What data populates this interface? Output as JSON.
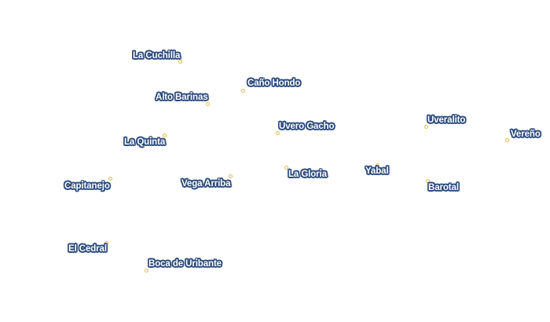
{
  "map": {
    "places": [
      {
        "id": "la-cuchilla",
        "name": "La Cuchilla"
      },
      {
        "id": "cano-hondo",
        "name": "Caño Hondo"
      },
      {
        "id": "alto-barinas",
        "name": "Alto Barinas"
      },
      {
        "id": "uvero-gacho",
        "name": "Uvero Gacho"
      },
      {
        "id": "uveralito",
        "name": "Uveralito"
      },
      {
        "id": "vereno",
        "name": "Vereño"
      },
      {
        "id": "la-quinta",
        "name": "La Quinta"
      },
      {
        "id": "la-gloria",
        "name": "La Gloria"
      },
      {
        "id": "yabal",
        "name": "Yabal"
      },
      {
        "id": "vega-arriba",
        "name": "Vega Arriba"
      },
      {
        "id": "barotal",
        "name": "Barotal"
      },
      {
        "id": "capitanejo",
        "name": "Capitanejo"
      },
      {
        "id": "el-cedral",
        "name": "El Cedral"
      },
      {
        "id": "boca-de-uribante",
        "name": "Boca de Uribante"
      }
    ],
    "colors": {
      "label_fill": "#ffffff",
      "label_halo": "#2a4a7b",
      "marker": "#e8b84a"
    }
  }
}
